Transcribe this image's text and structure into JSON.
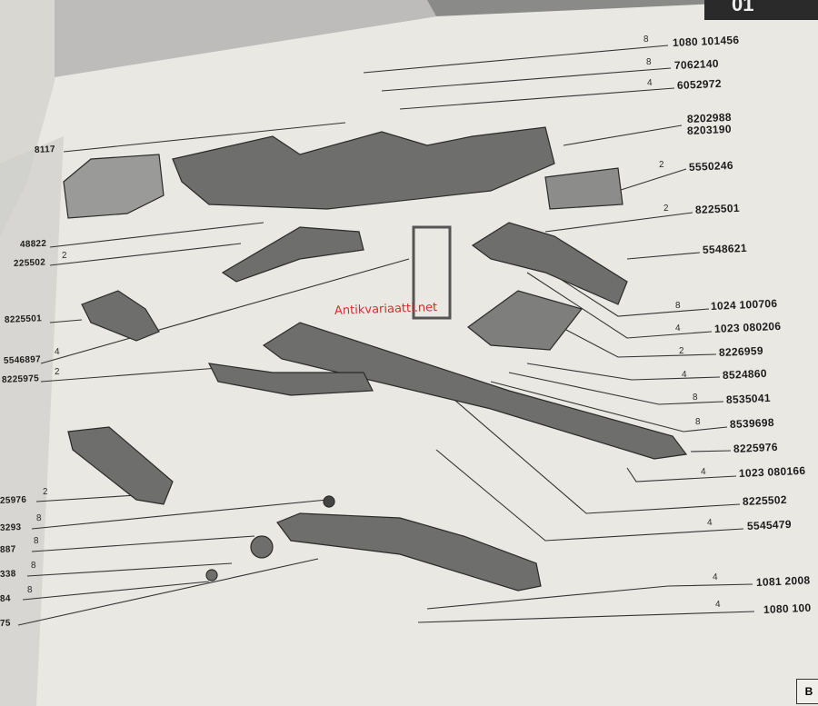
{
  "page_tab": "01",
  "section_badge": "B",
  "watermark": "Antikvariaatti.net",
  "right_callouts": [
    {
      "part": "1080 101456",
      "qty": "8"
    },
    {
      "part": "7062140",
      "qty": "8"
    },
    {
      "part": "6052972",
      "qty": "4"
    },
    {
      "part": "8202988",
      "qty": ""
    },
    {
      "part": "8203190",
      "qty": ""
    },
    {
      "part": "5550246",
      "qty": "2"
    },
    {
      "part": "8225501",
      "qty": "2"
    },
    {
      "part": "5548621",
      "qty": ""
    },
    {
      "part": "1024 100706",
      "qty": "8"
    },
    {
      "part": "1023 080206",
      "qty": "4"
    },
    {
      "part": "8226959",
      "qty": "2"
    },
    {
      "part": "8524860",
      "qty": "4"
    },
    {
      "part": "8535041",
      "qty": "8"
    },
    {
      "part": "8539698",
      "qty": "8"
    },
    {
      "part": "8225976",
      "qty": ""
    },
    {
      "part": "1023 080166",
      "qty": "4"
    },
    {
      "part": "8225502",
      "qty": ""
    },
    {
      "part": "5545479",
      "qty": "4"
    },
    {
      "part": "1081 2008",
      "qty": "4"
    },
    {
      "part": "1080 100",
      "qty": "4"
    }
  ],
  "left_callouts": [
    {
      "part": "8117",
      "qty": ""
    },
    {
      "part": "48822",
      "qty": ""
    },
    {
      "part": "225502",
      "qty": "2"
    },
    {
      "part": "8225501",
      "qty": ""
    },
    {
      "part": "5546897",
      "qty": "4"
    },
    {
      "part": "8225975",
      "qty": "2"
    },
    {
      "part": "25976",
      "qty": "2"
    },
    {
      "part": "3293",
      "qty": "8"
    },
    {
      "part": "887",
      "qty": "8"
    },
    {
      "part": "338",
      "qty": "8"
    },
    {
      "part": "84",
      "qty": "8"
    },
    {
      "part": "75",
      "qty": ""
    }
  ]
}
